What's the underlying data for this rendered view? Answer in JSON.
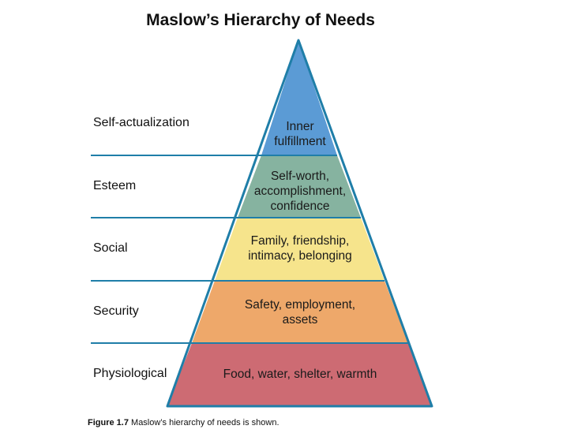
{
  "title": "Maslow’s Hierarchy of Needs",
  "levels": [
    {
      "label": "Self-actualization",
      "needs": "Inner\nfulfillment",
      "color": "#5b9bd5"
    },
    {
      "label": "Esteem",
      "needs": "Self-worth,\naccomplishment,\nconfidence",
      "color": "#86b3a0"
    },
    {
      "label": "Social",
      "needs": "Family, friendship,\nintimacy, belonging",
      "color": "#f6e48c"
    },
    {
      "label": "Security",
      "needs": "Safety, employment,\nassets",
      "color": "#eea86a"
    },
    {
      "label": "Physiological",
      "needs": "Food, water, shelter, warmth",
      "color": "#cd6b73"
    }
  ],
  "outline_color": "#1f7ea8",
  "caption": {
    "figure_label": "Figure 1.7",
    "text": " Maslow’s hierarchy of needs is shown."
  }
}
